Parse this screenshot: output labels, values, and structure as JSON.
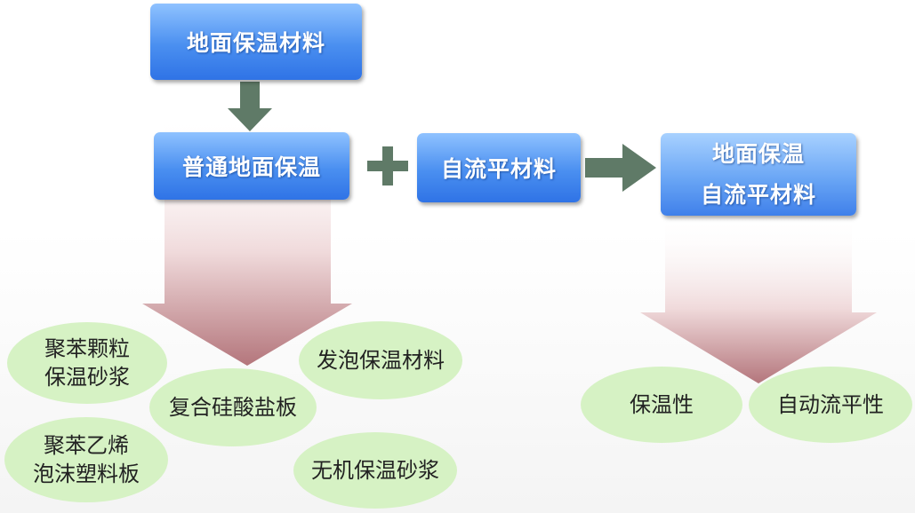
{
  "title_box": "地面保温材料",
  "left_box": "普通地面保温",
  "middle_box": "自流平材料",
  "result_box": [
    "地面保温",
    "自流平材料"
  ],
  "left_items": [
    [
      "聚苯颗粒",
      "保温砂浆"
    ],
    [
      "复合硅酸盐板"
    ],
    [
      "发泡保温材料"
    ],
    [
      "聚苯乙烯",
      "泡沫塑料板"
    ],
    [
      "无机保温砂浆"
    ]
  ],
  "right_items": [
    "保温性",
    "自动流平性"
  ],
  "colors": {
    "box_blue": "#4a8ff0",
    "connector_gray": "#5f7a67",
    "ellipse_green": "#d6f2c4",
    "funnel_red": "#b87d82"
  }
}
